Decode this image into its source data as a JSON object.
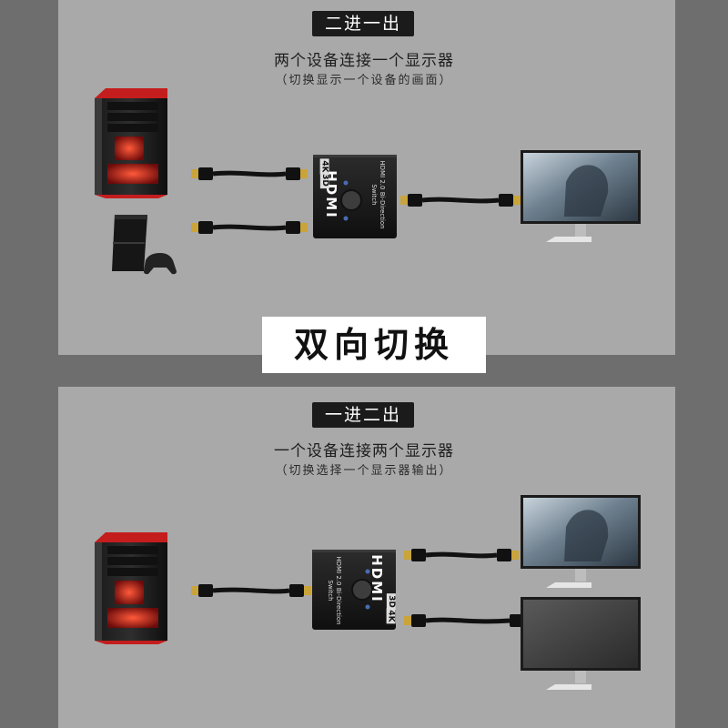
{
  "top_section": {
    "badge": "二进一出",
    "headline": "两个设备连接一个显示器",
    "subline": "（切换显示一个设备的画面）"
  },
  "banner": "双向切换",
  "bottom_section": {
    "badge": "一进二出",
    "headline": "一个设备连接两个显示器",
    "subline": "（切换选择一个显示器输出）"
  },
  "device": {
    "logo": "HDMI",
    "badge_4k": "4K",
    "badge_3d": "3D",
    "label_line1": "HDMI 2.0 Bi-Direction",
    "label_line2": "Switch"
  },
  "colors": {
    "page_bg": "#6e6e6e",
    "panel_bg": "#a9a9a9",
    "badge_bg": "#1b1b1b",
    "pc_accent": "#c41d1d",
    "connector_gold": "#c9a43a"
  }
}
